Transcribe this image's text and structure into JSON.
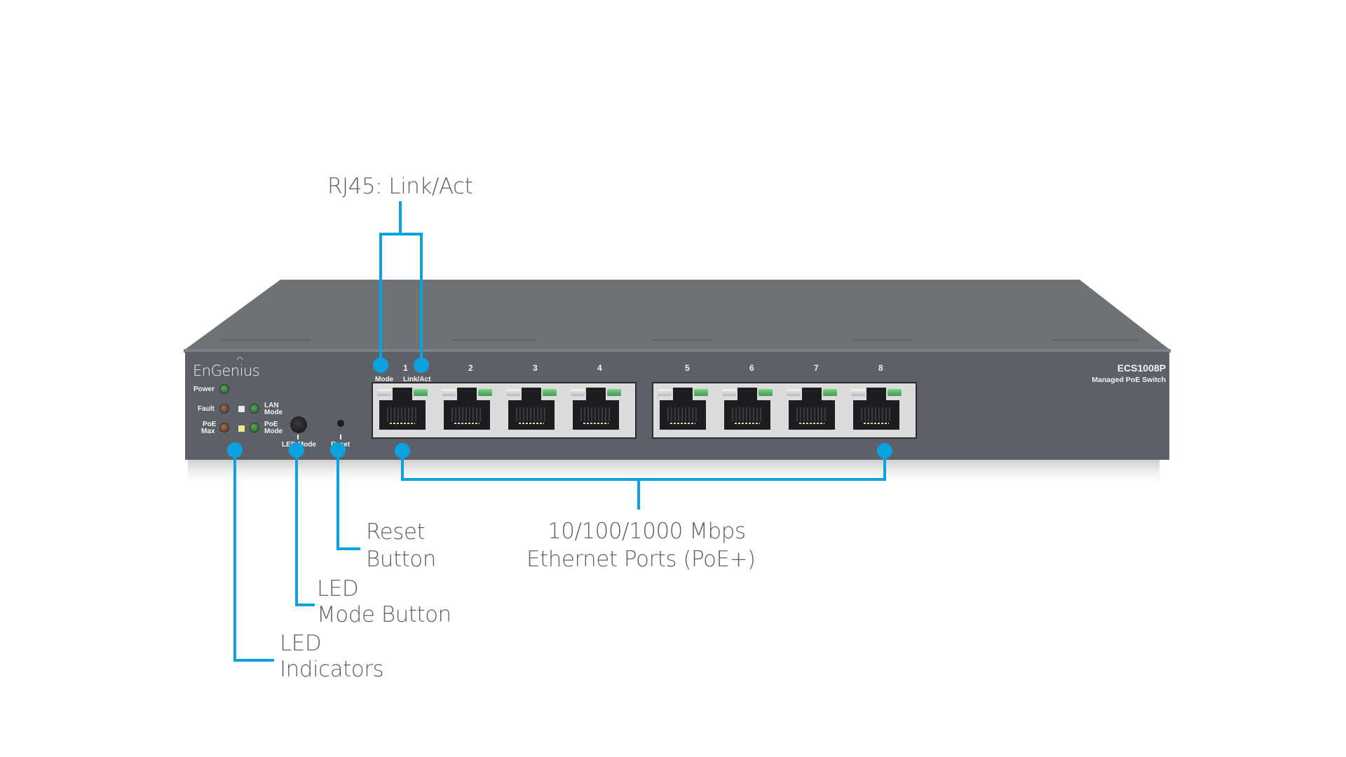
{
  "diagram": {
    "device": {
      "brand": "EnGenius",
      "model": "ECS1008P",
      "description": "Managed PoE Switch",
      "colors": {
        "chassis_top": "#6e7176",
        "chassis_front": "#5d6067",
        "callout_blue": "#0aa2e0",
        "callout_text": "#5f6166"
      },
      "leds": {
        "power": "Power",
        "fault": "Fault",
        "poe_max_line1": "PoE",
        "poe_max_line2": "Max",
        "lan_mode_line1": "LAN",
        "lan_mode_line2": "Mode",
        "poe_mode_line1": "PoE",
        "poe_mode_line2": "Mode"
      },
      "buttons": {
        "led_mode": "LED Mode",
        "reset": "Reset"
      },
      "port_header": {
        "mode": "Mode",
        "link_act": "Link/Act"
      },
      "ports": [
        "1",
        "2",
        "3",
        "4",
        "5",
        "6",
        "7",
        "8"
      ]
    },
    "callouts": {
      "rj45": "RJ45: Link/Act",
      "reset_line1": "Reset",
      "reset_line2": "Button",
      "led_mode_line1": "LED",
      "led_mode_line2": "Mode Button",
      "led_indicators_line1": "LED",
      "led_indicators_line2": "Indicators",
      "ethernet_line1": "10/100/1000 Mbps",
      "ethernet_line2": "Ethernet Ports (PoE+)"
    }
  }
}
